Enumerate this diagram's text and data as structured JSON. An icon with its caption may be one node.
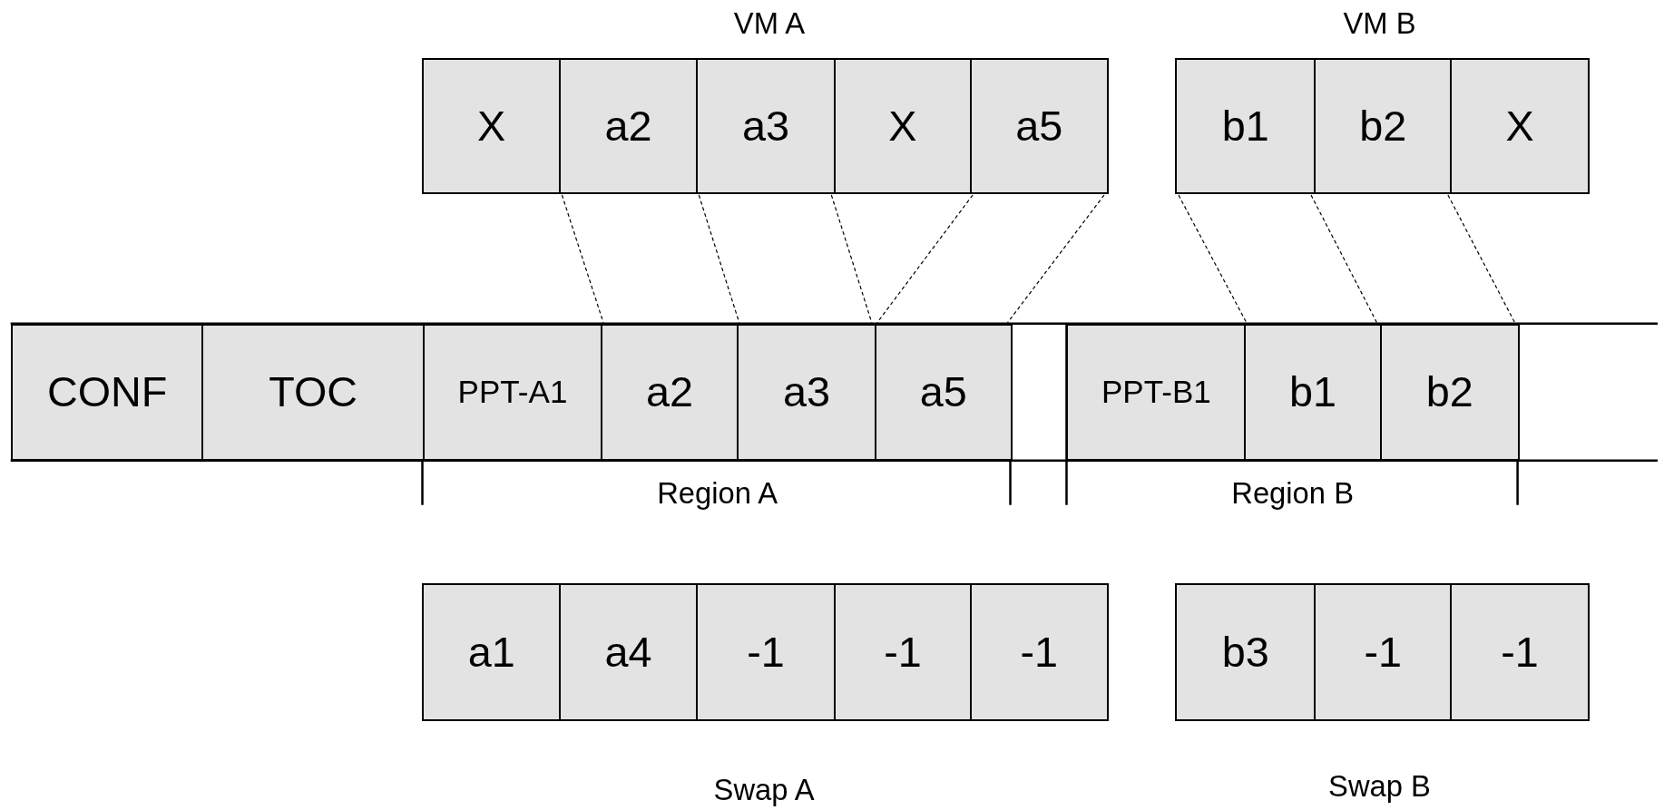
{
  "diagram": {
    "nodes": [
      {
        "text": [
          "VM A"
        ]
      },
      {
        "text": [
          "X"
        ],
        "in": 0
      },
      {
        "text": [
          "a2"
        ],
        "in": 0
      },
      {
        "text": [
          "a3"
        ],
        "in": 0
      },
      {
        "text": [
          "X"
        ],
        "in": 0
      },
      {
        "text": [
          "a5"
        ],
        "in": 0
      },
      {
        "text": [
          "VM B"
        ]
      },
      {
        "text": [
          "b1"
        ],
        "in": 6
      },
      {
        "text": [
          "b2"
        ],
        "in": 6
      },
      {
        "text": [
          "X"
        ],
        "in": 6
      },
      {
        "text": [
          "CONF"
        ]
      },
      {
        "text": [
          "TOC"
        ]
      },
      {
        "text": [
          "PPT-A1"
        ]
      },
      {
        "text": [
          "a2"
        ]
      },
      {
        "text": [
          "a3"
        ]
      },
      {
        "text": [
          "a5"
        ]
      },
      {
        "text": [
          "PPT-B1"
        ]
      },
      {
        "text": [
          "b1"
        ]
      },
      {
        "text": [
          "b2"
        ]
      },
      {
        "text": [
          "Swap A"
        ]
      },
      {
        "text": [
          "a1"
        ],
        "in": 19
      },
      {
        "text": [
          "a4"
        ],
        "in": 19
      },
      {
        "text": [
          "-1"
        ],
        "in": 19
      },
      {
        "text": [
          "-1"
        ],
        "in": 19
      },
      {
        "text": [
          "-1"
        ],
        "in": 19
      },
      {
        "text": [
          "Swap B"
        ]
      },
      {
        "text": [
          "b3"
        ],
        "in": 25
      },
      {
        "text": [
          "-1"
        ],
        "in": 25
      },
      {
        "text": [
          "-1"
        ],
        "in": 25
      }
    ],
    "edges": [
      {
        "from": 2,
        "to": 13,
        "arrow": "none",
        "style": "dashed"
      },
      {
        "from": 3,
        "to": 14,
        "arrow": "none",
        "style": "dashed"
      },
      {
        "from": 3,
        "to": 14,
        "arrow": "none",
        "style": "dashed"
      },
      {
        "from": 5,
        "to": 15,
        "arrow": "none",
        "style": "dashed"
      },
      {
        "from": 5,
        "to": 15,
        "arrow": "none",
        "style": "dashed"
      },
      {
        "from": 7,
        "to": 17,
        "arrow": "none",
        "style": "dashed"
      },
      {
        "from": 7,
        "to": 17,
        "arrow": "none",
        "style": "dashed"
      },
      {
        "from": 8,
        "to": 18,
        "arrow": "none",
        "style": "dashed"
      }
    ],
    "labels": [
      "Region A",
      "Region B"
    ]
  }
}
